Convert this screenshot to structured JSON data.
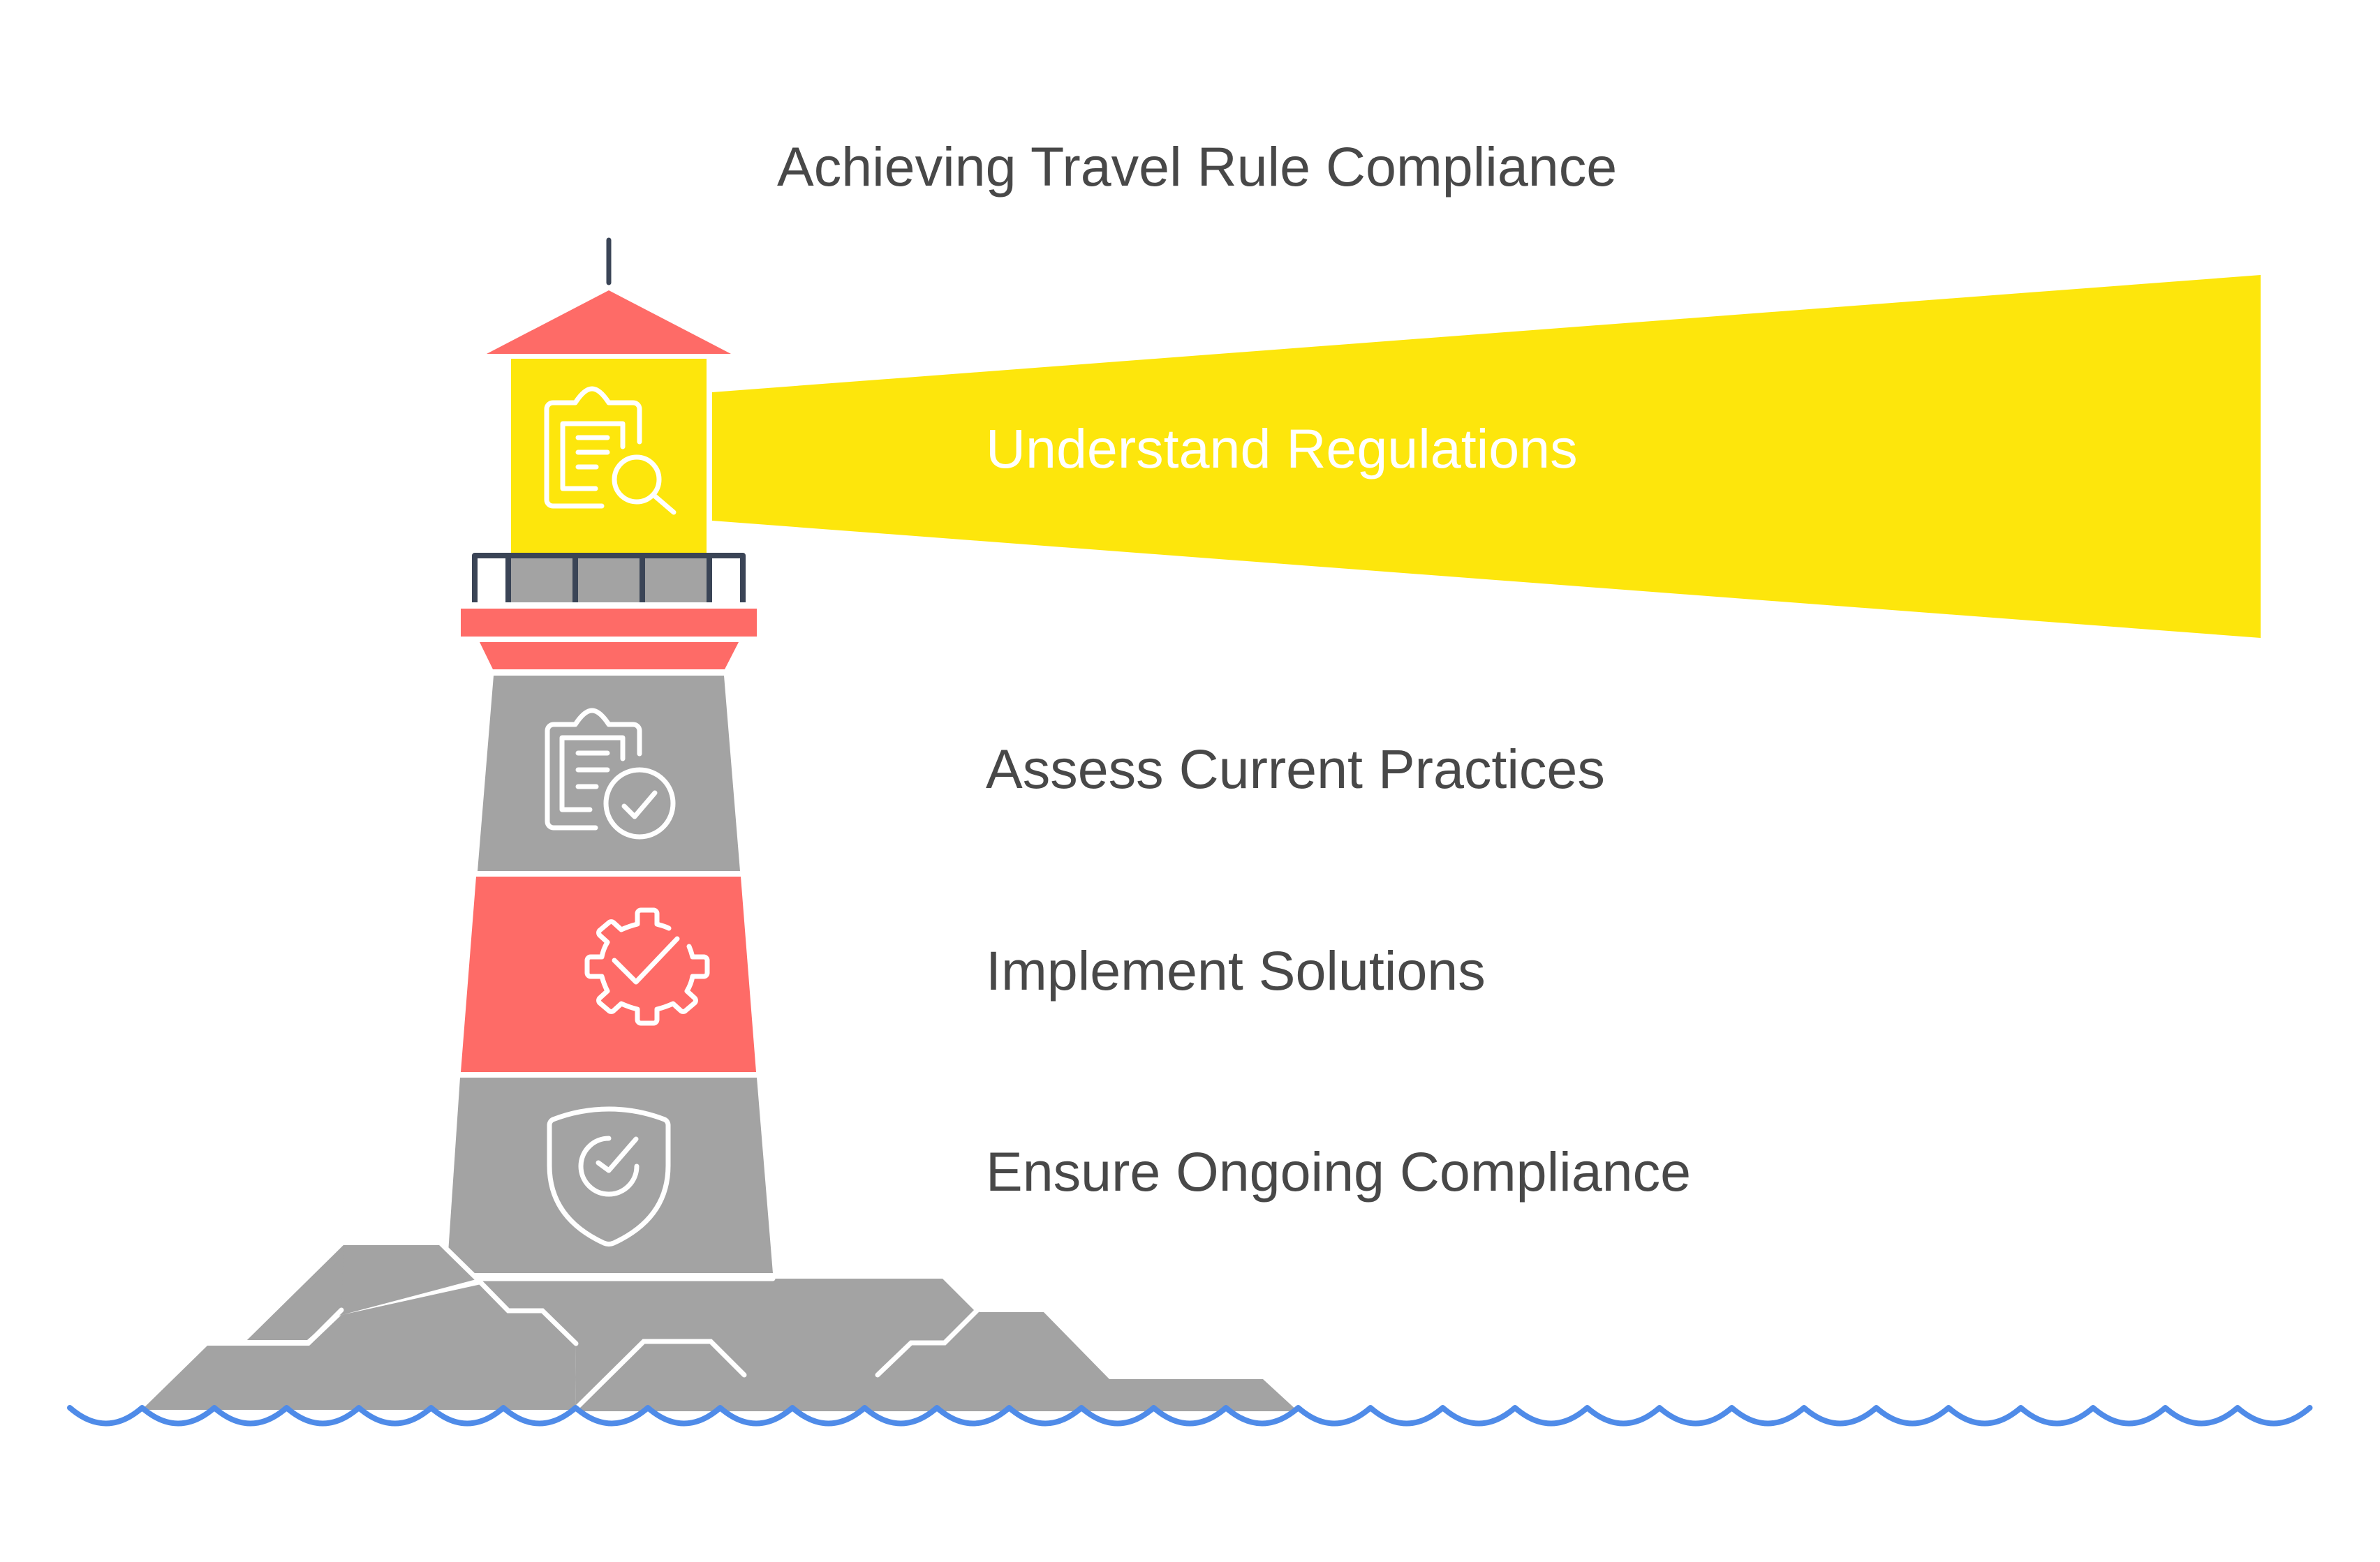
{
  "diagram": {
    "title": "Achieving Travel Rule Compliance",
    "type": "lighthouse-infographic",
    "steps": [
      {
        "label": "Understand Regulations",
        "icon": "clipboard-search-icon",
        "section": "lantern",
        "color": "#FDE60C"
      },
      {
        "label": "Assess Current Practices",
        "icon": "clipboard-check-icon",
        "section": "tower-upper",
        "color": "#A3A3A3"
      },
      {
        "label": "Implement Solutions",
        "icon": "gear-check-icon",
        "section": "tower-middle",
        "color": "#FE6B67"
      },
      {
        "label": "Ensure Ongoing Compliance",
        "icon": "shield-check-icon",
        "section": "tower-base",
        "color": "#A3A3A3"
      }
    ]
  },
  "colors": {
    "yellow": "#FDE60C",
    "red": "#FE6B67",
    "gray": "#A3A3A3",
    "dark": "#3A4456",
    "water": "#4F8BE8",
    "text": "#484848",
    "white": "#FFFFFF"
  }
}
